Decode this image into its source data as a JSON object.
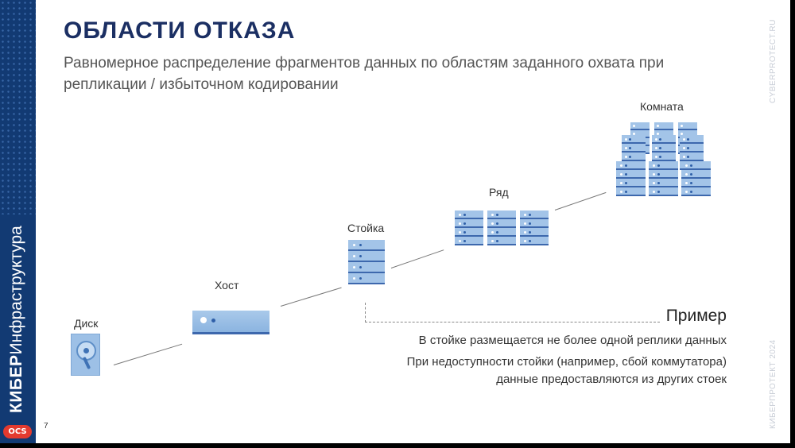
{
  "slide": {
    "title": "ОБЛАСТИ ОТКАЗА",
    "subtitle": "Равномерное распределение фрагментов данных по областям заданного охвата при репликации / избыточном кодировании",
    "page_number": "7",
    "side_top": "CYBERPROTECT.RU",
    "side_bottom": "КИБЕРПРОТЕКТ 2024"
  },
  "brand": {
    "bold": "КИБЕР",
    "regular": "Инфраструктура",
    "logo": "OCS"
  },
  "domains": {
    "disk": "Диск",
    "host": "Хост",
    "rack": "Стойка",
    "row": "Ряд",
    "room": "Комната"
  },
  "example": {
    "title": "Пример",
    "line1": "В стойке размещается не более одной реплики данных",
    "line2": "При недоступности стойки (например, сбой коммутатора)",
    "line3": "данные предоставляются из других стоек"
  },
  "colors": {
    "band": "#123a73",
    "title": "#1b2f63",
    "server": "#a3c4e8",
    "server_accent": "#3d68ad",
    "logo": "#e33a2f"
  }
}
